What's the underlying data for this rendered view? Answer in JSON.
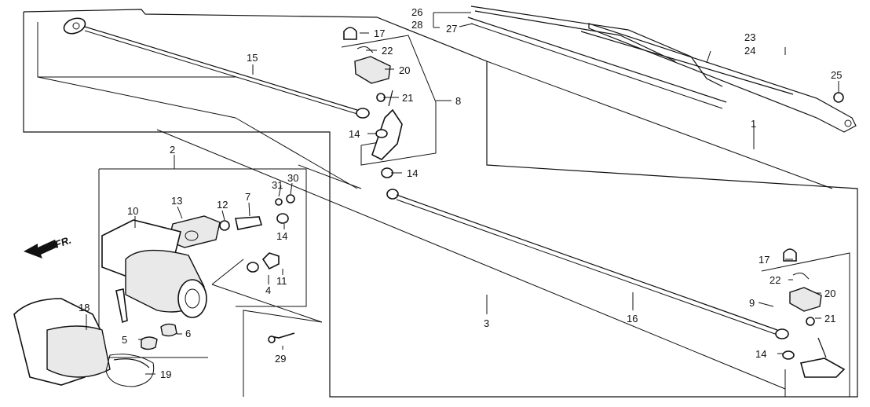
{
  "direction_label": "FR.",
  "callouts": {
    "c1": "1",
    "c2": "2",
    "c3": "3",
    "c4": "4",
    "c5": "5",
    "c6": "6",
    "c7": "7",
    "c8": "8",
    "c9": "9",
    "c10": "10",
    "c11": "11",
    "c12": "12",
    "c13": "13",
    "c14a": "14",
    "c14b": "14",
    "c14c": "14",
    "c14d": "14",
    "c15": "15",
    "c16": "16",
    "c17a": "17",
    "c17b": "17",
    "c18": "18",
    "c19": "19",
    "c20a": "20",
    "c20b": "20",
    "c21a": "21",
    "c21b": "21",
    "c22a": "22",
    "c22b": "22",
    "c23": "23",
    "c24": "24",
    "c25": "25",
    "c26": "26",
    "c27": "27",
    "c28": "28",
    "c29": "29",
    "c30": "30",
    "c31": "31"
  }
}
